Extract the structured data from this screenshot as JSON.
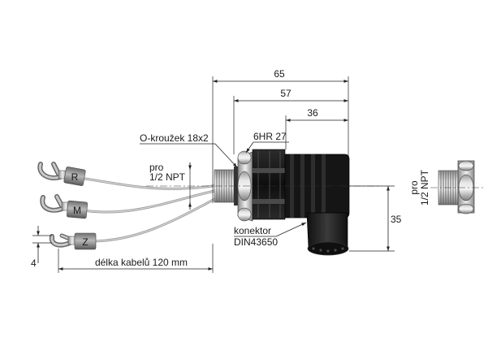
{
  "dimensions": {
    "overall_length": "65",
    "body_to_end": "57",
    "connector_length": "36",
    "connector_height": "35",
    "lug_width": "4"
  },
  "labels": {
    "o_ring": "O-kroužek 18x2",
    "hex": "6HR 27",
    "thread_main_line1": "pro",
    "thread_main_line2": "1/2 NPT",
    "connector_line1": "konektor",
    "connector_line2": "DIN43650",
    "cable_length": "délka kabelů 120 mm",
    "thread_side_line1": "pro",
    "thread_side_line2": "1/2 NPT"
  },
  "wires": [
    {
      "letter": "R"
    },
    {
      "letter": "M"
    },
    {
      "letter": "Z"
    }
  ]
}
